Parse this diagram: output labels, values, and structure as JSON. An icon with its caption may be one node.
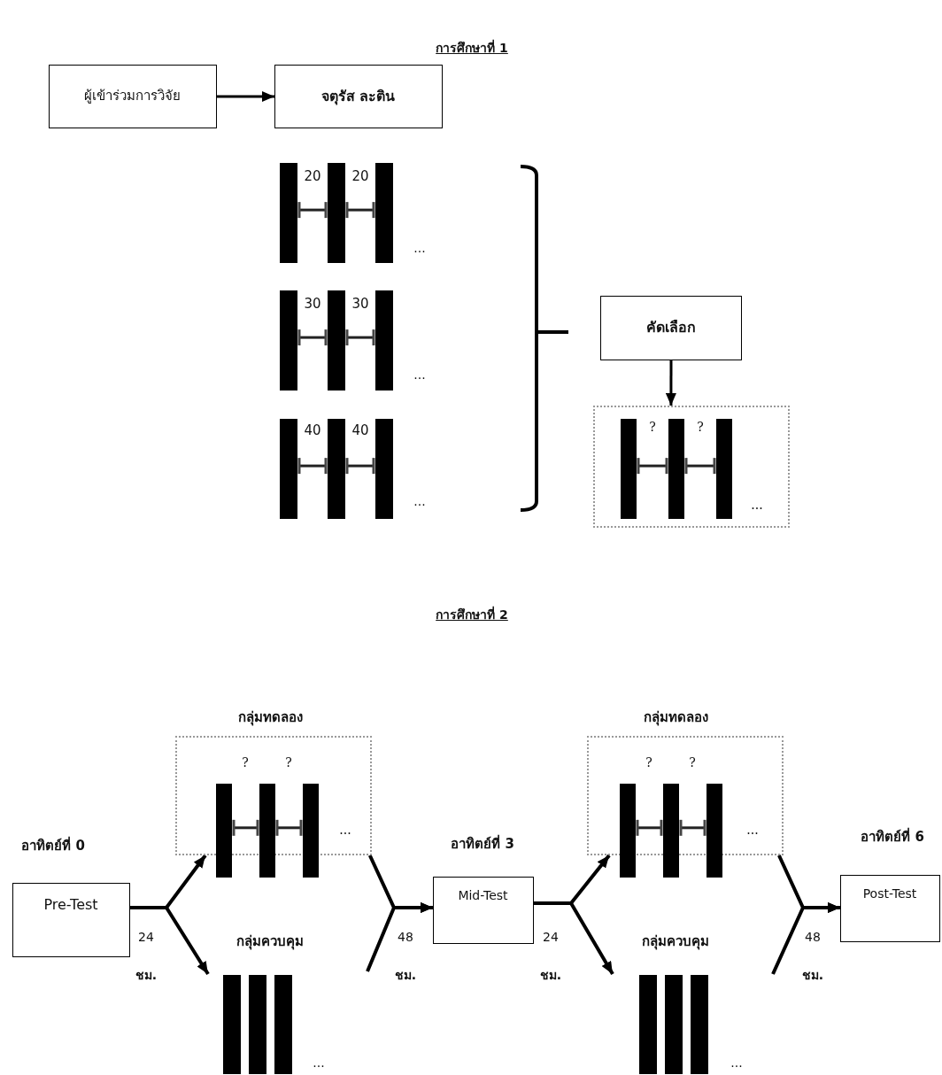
{
  "diagram": {
    "nodes": [
      {
        "text": [
          "ผู้เข้าร่วมการวิจัย"
        ]
      },
      {
        "text": [
          "จตุรัส ละติน"
        ]
      },
      {
        "text": [
          "คัดเลือก"
        ]
      },
      {
        "text": [
          "?",
          "?",
          "..."
        ]
      },
      {
        "text": [
          "Pre-Test"
        ],
        "beside": [
          "อาทิตย์ที่ 0"
        ]
      },
      {
        "text": [
          "กลุ่มทดลอง",
          "?",
          "?",
          "..."
        ]
      },
      {
        "text": [
          "กลุ่มควบคุม",
          "..."
        ]
      },
      {
        "text": [
          "Mid-Test"
        ],
        "beside": [
          "อาทิตย์ที่ 3"
        ]
      },
      {
        "text": [
          "กลุ่มทดลอง",
          "?",
          "?",
          "..."
        ]
      },
      {
        "text": [
          "กลุ่มควบคุม",
          "..."
        ]
      },
      {
        "text": [
          "Post-Test"
        ],
        "beside": [
          "อาทิตย์ที่ 6"
        ]
      }
    ],
    "edges": [
      {
        "from": 0,
        "to": 1,
        "arrow": "to"
      },
      {
        "from": 2,
        "to": 3,
        "arrow": "to"
      },
      {
        "from": 4,
        "to": 5,
        "arrow": "to"
      },
      {
        "from": 4,
        "to": 6,
        "arrow": "to"
      },
      {
        "from": 5,
        "to": 7,
        "arrow": "to"
      },
      {
        "from": 6,
        "to": 7,
        "arrow": "to"
      },
      {
        "from": 7,
        "to": 8,
        "arrow": "to"
      },
      {
        "from": 7,
        "to": 9,
        "arrow": "to"
      },
      {
        "from": 8,
        "to": 10,
        "arrow": "to"
      },
      {
        "from": 9,
        "to": 10,
        "arrow": "to"
      }
    ],
    "labels": [
      "การศึกษาที่ 1",
      "20",
      "20",
      "...",
      "30",
      "30",
      "...",
      "40",
      "40",
      "...",
      "การศึกษาที่ 2",
      "24",
      "ชม.",
      "48",
      "ชม.",
      "24",
      "ชม.",
      "48",
      "ชม."
    ]
  }
}
